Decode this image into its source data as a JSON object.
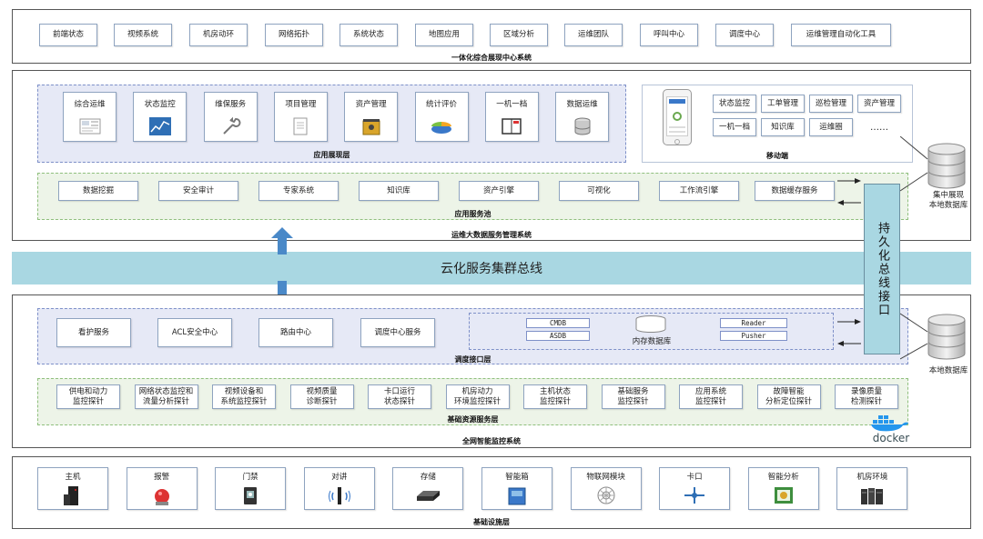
{
  "top_bar": {
    "items": [
      "前端状态",
      "视频系统",
      "机房动环",
      "网络拓扑",
      "系统状态",
      "地图应用",
      "区域分析",
      "运维团队",
      "呼叫中心",
      "调度中心",
      "运维管理自动化工具"
    ],
    "caption": "一体化综合展现中心系统"
  },
  "ops_system": {
    "caption": "运维大数据服务管理系统",
    "app_display": {
      "caption": "应用展现层",
      "items": [
        {
          "label": "综合运维",
          "icon": "dashboard-icon"
        },
        {
          "label": "状态监控",
          "icon": "line-chart-icon"
        },
        {
          "label": "维保服务",
          "icon": "wrench-icon"
        },
        {
          "label": "项目管理",
          "icon": "document-icon"
        },
        {
          "label": "资产管理",
          "icon": "safe-icon"
        },
        {
          "label": "统计评价",
          "icon": "pie-chart-icon"
        },
        {
          "label": "一机一档",
          "icon": "book-icon"
        },
        {
          "label": "数据运维",
          "icon": "database-icon"
        }
      ]
    },
    "mobile": {
      "caption": "移动端",
      "items": [
        "状态监控",
        "工单管理",
        "巡检管理",
        "资产管理",
        "一机一档",
        "知识库",
        "运维圈",
        "……"
      ]
    },
    "service_pool": {
      "caption": "应用服务池",
      "items": [
        "数据挖掘",
        "安全审计",
        "专家系统",
        "知识库",
        "资产引擎",
        "可视化",
        "工作流引擎",
        "数据缓存服务"
      ]
    }
  },
  "bus": {
    "label": "云化服务集群总线"
  },
  "persist": {
    "label": "持久化总线接口"
  },
  "db_central": {
    "label_line1": "集中展现",
    "label_line2": "本地数据库"
  },
  "db_local": {
    "label": "本地数据库"
  },
  "monitor_system": {
    "caption": "全网智能监控系统",
    "scheduling": {
      "caption": "调度接口层",
      "items": [
        "看护服务",
        "ACL安全中心",
        "路由中心",
        "调度中心服务"
      ],
      "cmdb": "CMDB",
      "asdb": "ASDB",
      "memdb": "内存数据库",
      "reader": "Reader",
      "pusher": "Pusher"
    },
    "resource": {
      "caption": "基础资源服务层",
      "items": [
        [
          "供电和动力",
          "监控探针"
        ],
        [
          "网络状态监控和",
          "流量分析探针"
        ],
        [
          "视频设备和",
          "系统监控探针"
        ],
        [
          "视频质量",
          "诊断探针"
        ],
        [
          "卡口运行",
          "状态探针"
        ],
        [
          "机房动力",
          "环境监控探针"
        ],
        [
          "主机状态",
          "监控探针"
        ],
        [
          "基础服务",
          "监控探针"
        ],
        [
          "应用系统",
          "监控探针"
        ],
        [
          "故障智能",
          "分析定位探针"
        ],
        [
          "录像质量",
          "检测探针"
        ]
      ]
    },
    "docker": "docker"
  },
  "infra": {
    "caption": "基础设施层",
    "items": [
      {
        "label": "主机",
        "icon": "server-icon"
      },
      {
        "label": "报警",
        "icon": "alarm-icon"
      },
      {
        "label": "门禁",
        "icon": "access-control-icon"
      },
      {
        "label": "对讲",
        "icon": "intercom-icon"
      },
      {
        "label": "存储",
        "icon": "storage-icon"
      },
      {
        "label": "智能箱",
        "icon": "smart-box-icon"
      },
      {
        "label": "物联网模块",
        "icon": "iot-module-icon"
      },
      {
        "label": "卡口",
        "icon": "checkpoint-icon"
      },
      {
        "label": "智能分析",
        "icon": "analysis-icon"
      },
      {
        "label": "机房环境",
        "icon": "server-room-icon"
      }
    ]
  }
}
